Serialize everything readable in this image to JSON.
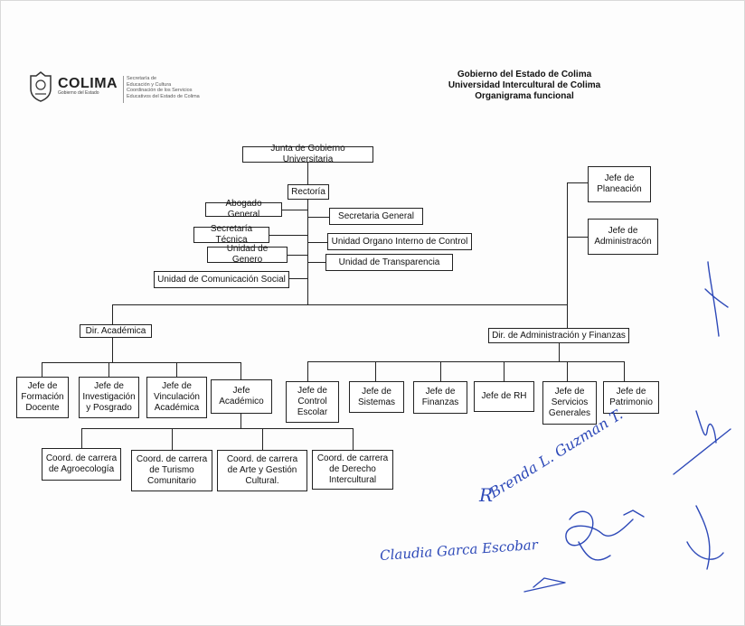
{
  "logo": {
    "name": "COLIMA",
    "subtitle": "Gobierno del Estado",
    "description": "Secretaría de\nEducación y Cultura\nCoordinación de los Servicios\nEducativos del Estado de Colima"
  },
  "header": {
    "line1": "Gobierno del Estado de Colima",
    "line2": "Universidad Intercultural de Colima",
    "line3": "Organigrama funcional"
  },
  "nodes": {
    "junta": "Junta de Gobierno Universitaria",
    "rectoria": "Rectoría",
    "abogado": "Abogado General",
    "secretaria_general": "Secretaria General",
    "secretaria_tecnica": "Secretaría Técnica",
    "organo_interno": "Unidad Organo Interno de Control",
    "unidad_genero": "Unidad de Genero",
    "transparencia": "Unidad de Transparencia",
    "comunicacion": "Unidad de Comunicación Social",
    "jefe_planeacion": "Jefe de\nPlaneación",
    "jefe_administracion": "Jefe de\nAdministracón",
    "dir_academica": "Dir. Académica",
    "dir_admin_finanzas": "Dir. de Administración y Finanzas",
    "jefe_formacion": "Jefe de\nFormación\nDocente",
    "jefe_investigacion": "Jefe de\nInvestigación\ny Posgrado",
    "jefe_vinculacion": "Jefe de\nVinculación\nAcadémica",
    "jefe_academico": "Jefe\nAcadémico",
    "jefe_control_escolar": "Jefe de\nControl\nEscolar",
    "jefe_sistemas": "Jefe de\nSistemas",
    "jefe_finanzas": "Jefe de\nFinanzas",
    "jefe_rh": "Jefe de RH",
    "jefe_servicios": "Jefe de\nServicios\nGenerales",
    "jefe_patrimonio": "Jefe de\nPatrimonio",
    "coord_agroecologia": "Coord. de carrera\nde Agroecología",
    "coord_turismo": "Coord. de carrera\nde Turismo\nComunitario",
    "coord_arte": "Coord. de carrera\nde Arte y Gestión\nCultural.",
    "coord_derecho": "Coord. de carrera\nde Derecho\nIntercultural"
  },
  "signatures": {
    "sig1": "R",
    "sig2": "Brenda L. Guzman T.",
    "sig3": "Claudia Garca Escobar"
  }
}
